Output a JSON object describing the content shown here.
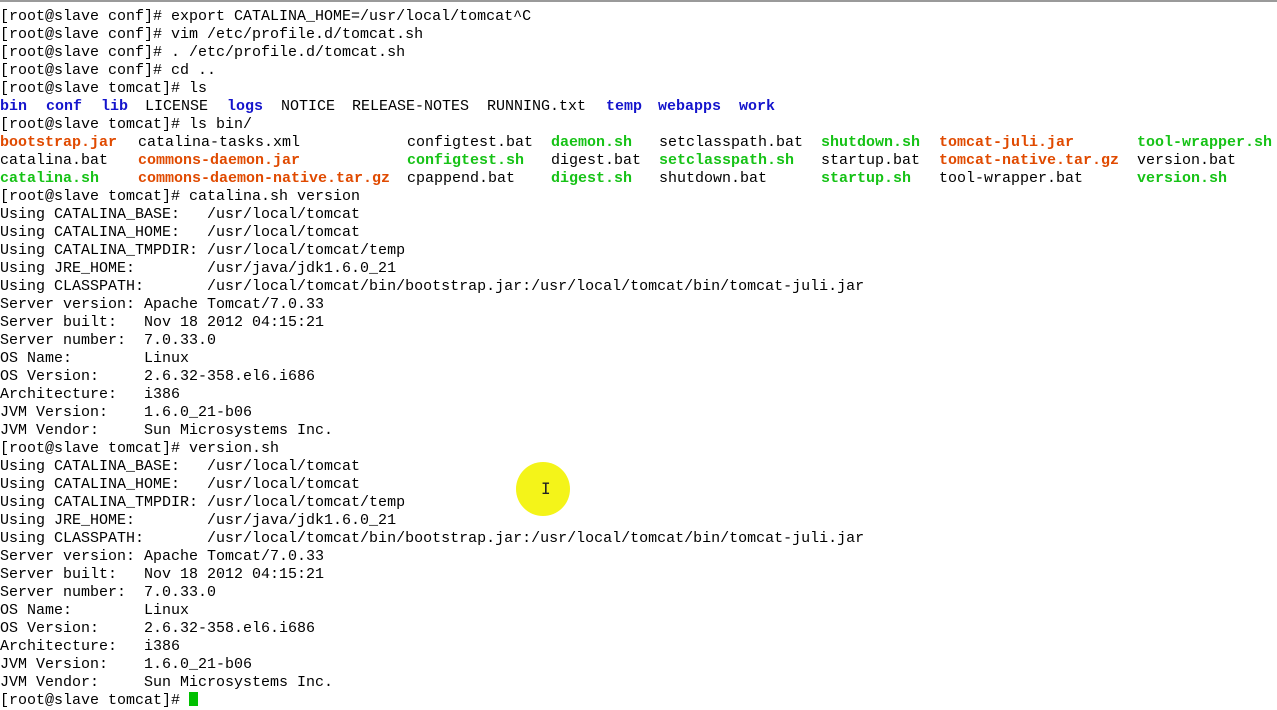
{
  "terminal": {
    "prompt_line_1": "[root@slave conf]# export CATALINA_HOME=/usr/local/tomcat^C",
    "prompt_line_2": "[root@slave conf]# vim /etc/profile.d/tomcat.sh",
    "prompt_line_3": "[root@slave conf]# . /etc/profile.d/tomcat.sh",
    "prompt_line_4": "[root@slave conf]# cd ..",
    "prompt_line_5": "[root@slave tomcat]# ls",
    "ls_root": [
      {
        "name": "bin",
        "kind": "dir"
      },
      {
        "name": "conf",
        "kind": "dir"
      },
      {
        "name": "lib",
        "kind": "dir"
      },
      {
        "name": "LICENSE",
        "kind": "plain"
      },
      {
        "name": "logs",
        "kind": "dir"
      },
      {
        "name": "NOTICE",
        "kind": "plain"
      },
      {
        "name": "RELEASE-NOTES",
        "kind": "plain"
      },
      {
        "name": "RUNNING.txt",
        "kind": "plain"
      },
      {
        "name": "temp",
        "kind": "dir"
      },
      {
        "name": "webapps",
        "kind": "dir"
      },
      {
        "name": "work",
        "kind": "dir"
      }
    ],
    "prompt_line_6": "[root@slave tomcat]# ls bin/",
    "ls_bin_rows": [
      [
        {
          "name": "bootstrap.jar",
          "kind": "arch"
        },
        {
          "name": "catalina-tasks.xml",
          "kind": "plain"
        },
        {
          "name": "configtest.bat",
          "kind": "plain"
        },
        {
          "name": "daemon.sh",
          "kind": "exec"
        },
        {
          "name": "setclasspath.bat",
          "kind": "plain"
        },
        {
          "name": "shutdown.sh",
          "kind": "exec"
        },
        {
          "name": "tomcat-juli.jar",
          "kind": "arch"
        },
        {
          "name": "tool-wrapper.sh",
          "kind": "exec"
        }
      ],
      [
        {
          "name": "catalina.bat",
          "kind": "plain"
        },
        {
          "name": "commons-daemon.jar",
          "kind": "arch"
        },
        {
          "name": "configtest.sh",
          "kind": "exec"
        },
        {
          "name": "digest.bat",
          "kind": "plain"
        },
        {
          "name": "setclasspath.sh",
          "kind": "exec"
        },
        {
          "name": "startup.bat",
          "kind": "plain"
        },
        {
          "name": "tomcat-native.tar.gz",
          "kind": "arch"
        },
        {
          "name": "version.bat",
          "kind": "plain"
        }
      ],
      [
        {
          "name": "catalina.sh",
          "kind": "exec"
        },
        {
          "name": "commons-daemon-native.tar.gz",
          "kind": "arch"
        },
        {
          "name": "cpappend.bat",
          "kind": "plain"
        },
        {
          "name": "digest.sh",
          "kind": "exec"
        },
        {
          "name": "shutdown.bat",
          "kind": "plain"
        },
        {
          "name": "startup.sh",
          "kind": "exec"
        },
        {
          "name": "tool-wrapper.bat",
          "kind": "plain"
        },
        {
          "name": "version.sh",
          "kind": "exec"
        }
      ]
    ],
    "prompt_line_7": "[root@slave tomcat]# catalina.sh version",
    "output_block_1": [
      "Using CATALINA_BASE:   /usr/local/tomcat",
      "Using CATALINA_HOME:   /usr/local/tomcat",
      "Using CATALINA_TMPDIR: /usr/local/tomcat/temp",
      "Using JRE_HOME:        /usr/java/jdk1.6.0_21",
      "Using CLASSPATH:       /usr/local/tomcat/bin/bootstrap.jar:/usr/local/tomcat/bin/tomcat-juli.jar",
      "Server version: Apache Tomcat/7.0.33",
      "Server built:   Nov 18 2012 04:15:21",
      "Server number:  7.0.33.0",
      "OS Name:        Linux",
      "OS Version:     2.6.32-358.el6.i686",
      "Architecture:   i386",
      "JVM Version:    1.6.0_21-b06",
      "JVM Vendor:     Sun Microsystems Inc."
    ],
    "prompt_line_8": "[root@slave tomcat]# version.sh",
    "output_block_2": [
      "Using CATALINA_BASE:   /usr/local/tomcat",
      "Using CATALINA_HOME:   /usr/local/tomcat",
      "Using CATALINA_TMPDIR: /usr/local/tomcat/temp",
      "Using JRE_HOME:        /usr/java/jdk1.6.0_21",
      "Using CLASSPATH:       /usr/local/tomcat/bin/bootstrap.jar:/usr/local/tomcat/bin/tomcat-juli.jar",
      "Server version: Apache Tomcat/7.0.33",
      "Server built:   Nov 18 2012 04:15:21",
      "Server number:  7.0.33.0",
      "OS Name:        Linux",
      "OS Version:     2.6.32-358.el6.i686",
      "Architecture:   i386",
      "JVM Version:    1.6.0_21-b06",
      "JVM Vendor:     Sun Microsystems Inc."
    ],
    "final_prompt": "[root@slave tomcat]# "
  },
  "colors": {
    "background": "#ffffff",
    "text": "#000000",
    "directory": "#1414cc",
    "archive": "#e04a00",
    "executable": "#16c216",
    "cursor": "#00c000",
    "pointer_highlight": "#f3f300"
  },
  "icons": {
    "mouse_pointer": "text-ibeam-icon"
  }
}
